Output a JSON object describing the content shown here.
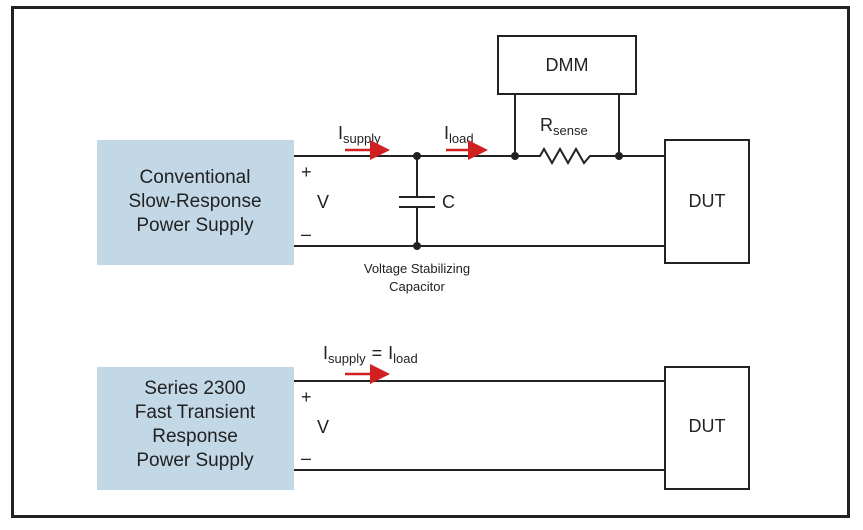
{
  "top_circuit": {
    "supply_lines": [
      "Conventional",
      "Slow-Response",
      "Power Supply"
    ],
    "plus": "+",
    "minus": "–",
    "voltage": "V",
    "capacitor": "C",
    "cap_caption": [
      "Voltage Stabilizing",
      "Capacitor"
    ],
    "i_supply": {
      "main": "I",
      "sub": "supply"
    },
    "i_load": {
      "main": "I",
      "sub": "load"
    },
    "r_sense": {
      "main": "R",
      "sub": "sense"
    },
    "meter": "DMM",
    "dut": "DUT"
  },
  "bottom_circuit": {
    "supply_lines": [
      "Series 2300",
      "Fast Transient",
      "Response",
      "Power Supply"
    ],
    "plus": "+",
    "minus": "–",
    "voltage": "V",
    "current_eq": {
      "i1": "I",
      "s1": "supply",
      "eq": "=",
      "i2": "I",
      "s2": "load"
    },
    "dut": "DUT"
  },
  "colors": {
    "supply_box": "#c3d8e7",
    "arrow": "#d02020",
    "line": "#222222"
  }
}
